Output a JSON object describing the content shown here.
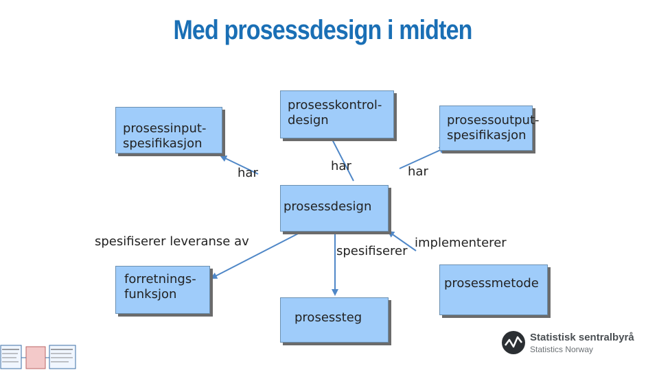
{
  "title": "Med prosessdesign i midten",
  "boxes": {
    "input_spec": "prosessinput-\nspesifikasjon",
    "control_design": "prosesskontrol-\ndesign",
    "output_spec": "prosessoutput-\nspesifikasjon",
    "process_design": "prosessdesign",
    "business_function": "forretnings-\nfunksjon",
    "process_method": "prosessmetode",
    "process_step": "prosessteg"
  },
  "labels": {
    "har_left": "har",
    "har_center": "har",
    "har_right": "har",
    "specifies_delivery": "spesifiserer leveranse av",
    "specifies": "spesifiserer",
    "implements": "implementerer"
  },
  "logo": {
    "name": "Statistisk sentralbyrå",
    "subtitle": "Statistics Norway"
  },
  "colors": {
    "title": "#1a6fb5",
    "box_fill": "#9fccfa",
    "arrow": "#4f87c7"
  }
}
